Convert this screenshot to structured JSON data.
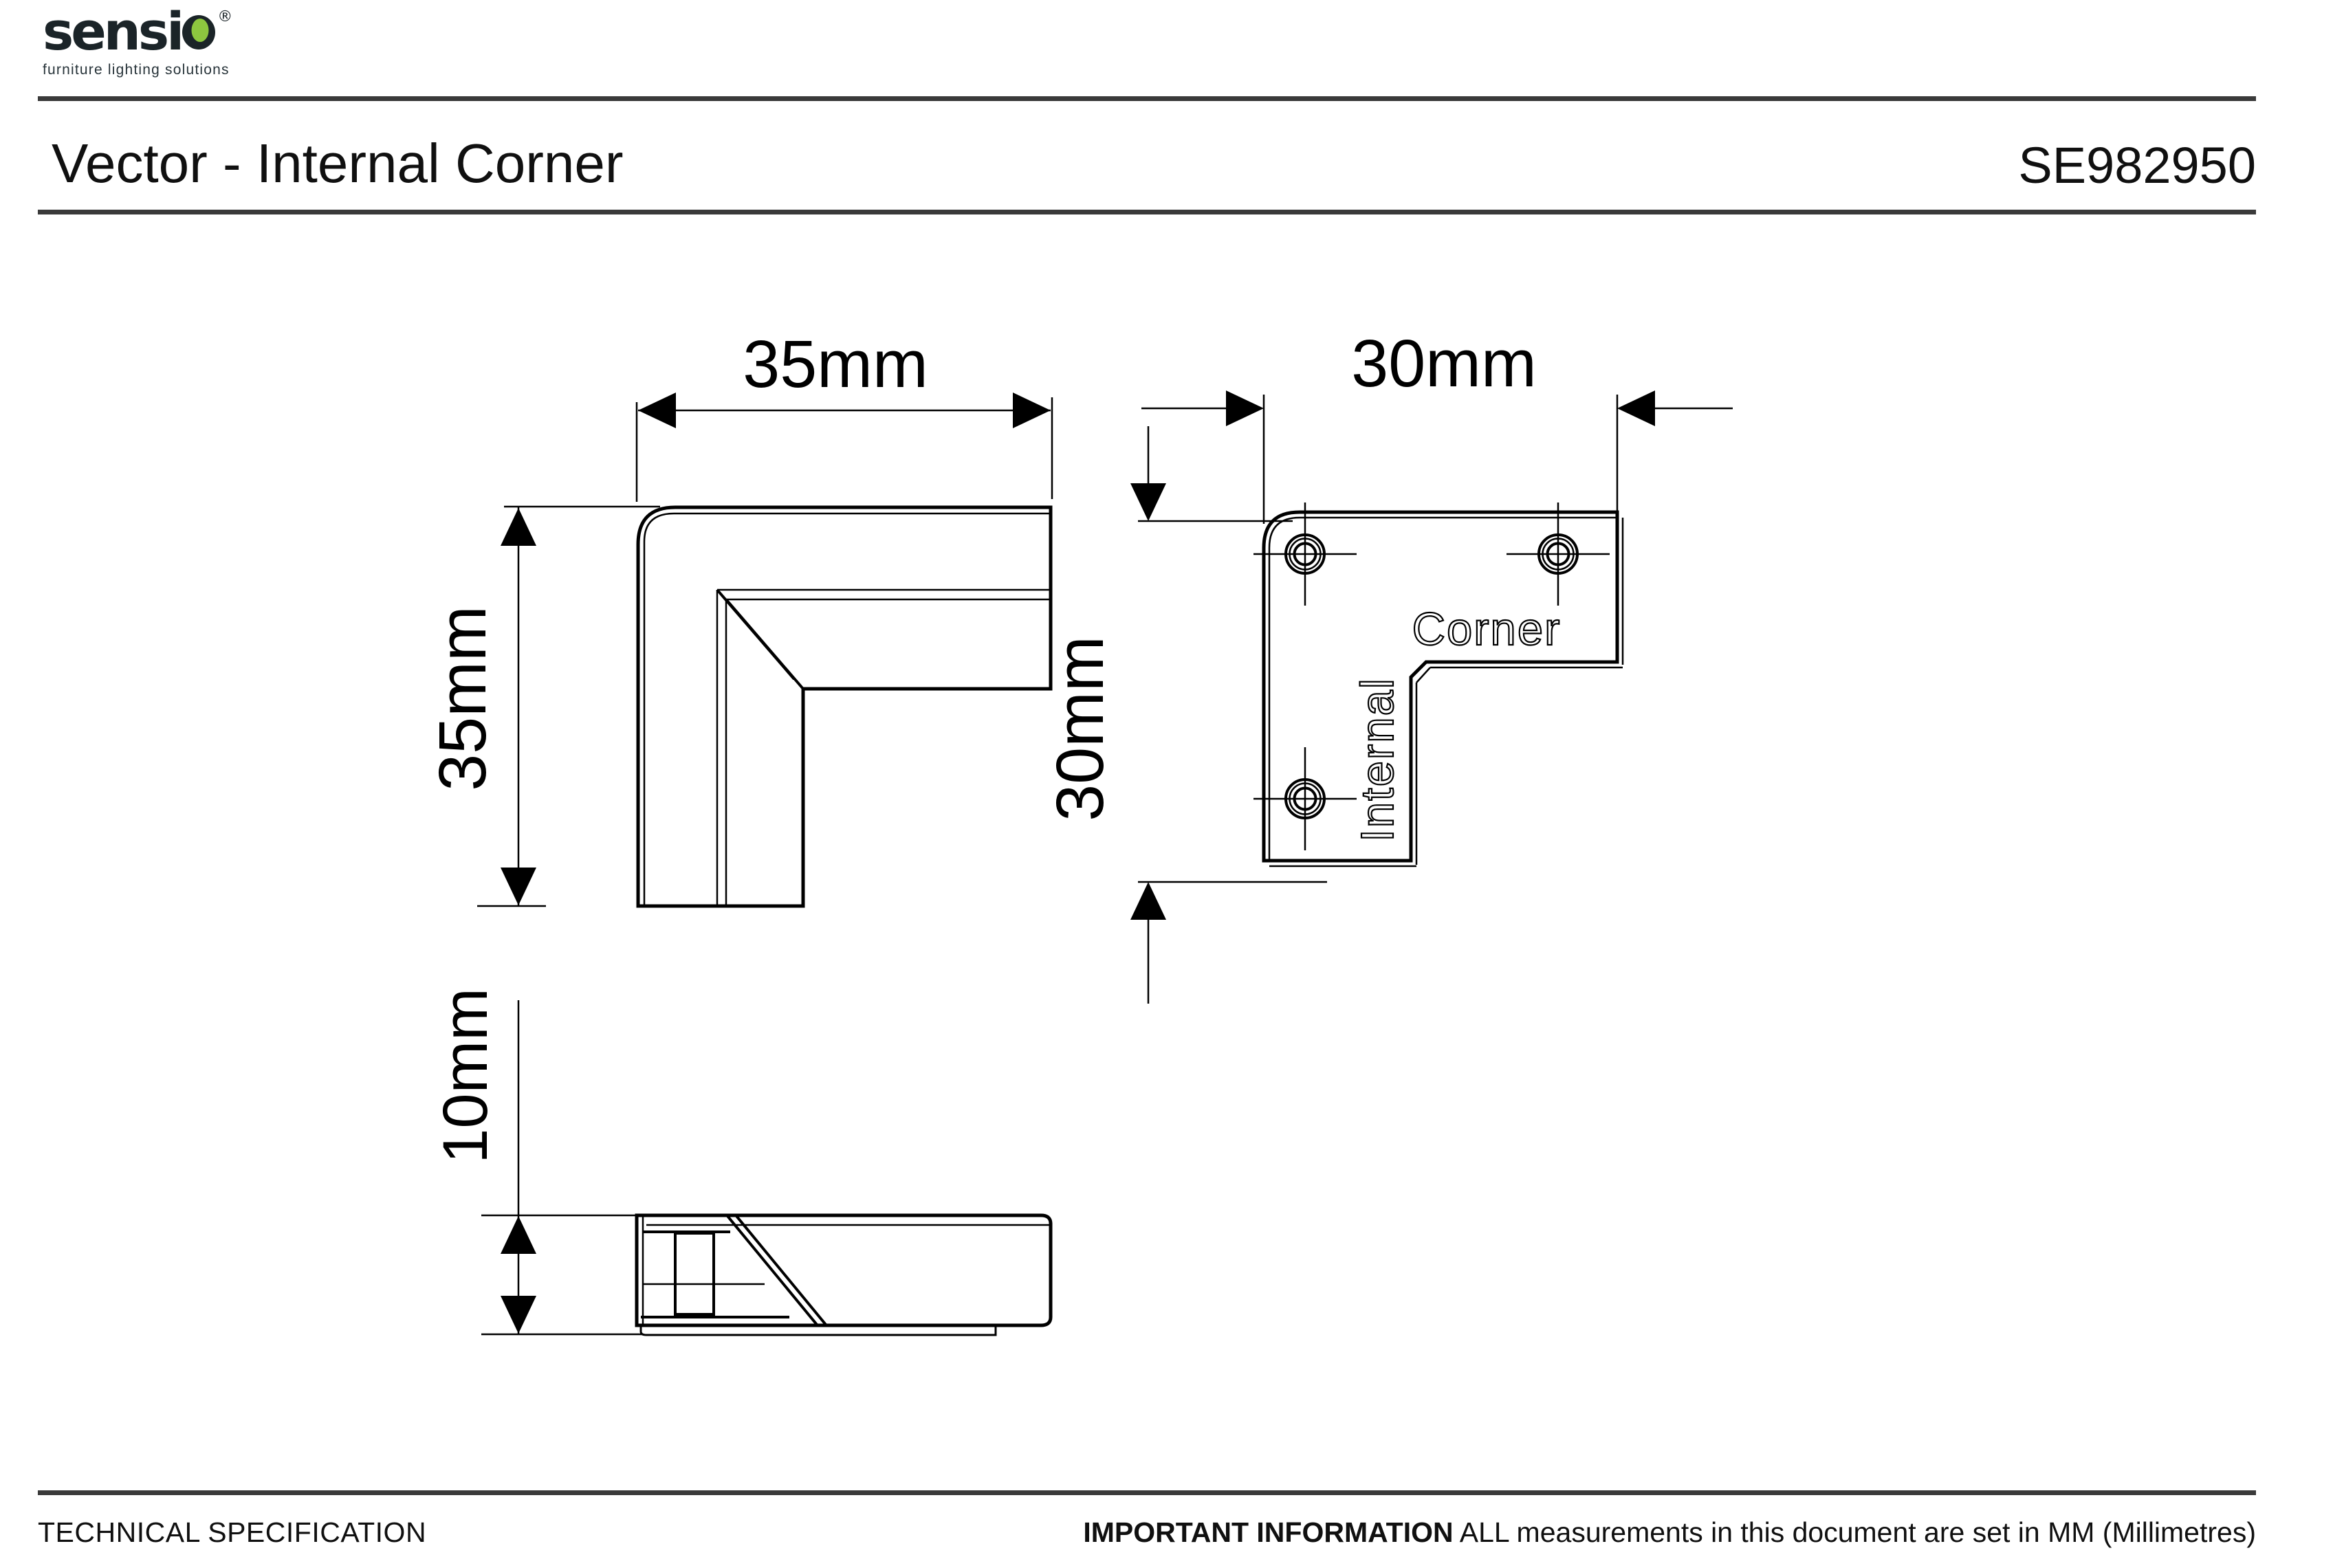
{
  "logo": {
    "brand": "sensi",
    "brand_o": "o",
    "registered": "®",
    "tagline": "furniture lighting solutions"
  },
  "header": {
    "title": "Vector - Internal Corner",
    "product_code": "SE982950"
  },
  "drawing": {
    "front_view": {
      "width_label": "35mm",
      "height_label": "35mm"
    },
    "plan_view": {
      "width_label": "30mm",
      "height_label": "30mm",
      "engraved_word_vertical": "Internal",
      "engraved_word_horizontal": "Corner"
    },
    "side_view": {
      "height_label": "10mm"
    }
  },
  "footer": {
    "left": "TECHNICAL SPECIFICATION",
    "important_label": "IMPORTANT INFORMATION",
    "important_text": " ALL measurements in this document are set in MM (Millimetres)"
  },
  "colors": {
    "ink": "#1b2428",
    "accent_green": "#8dc63f",
    "line": "#000000",
    "rule": "#3a3a3a"
  }
}
